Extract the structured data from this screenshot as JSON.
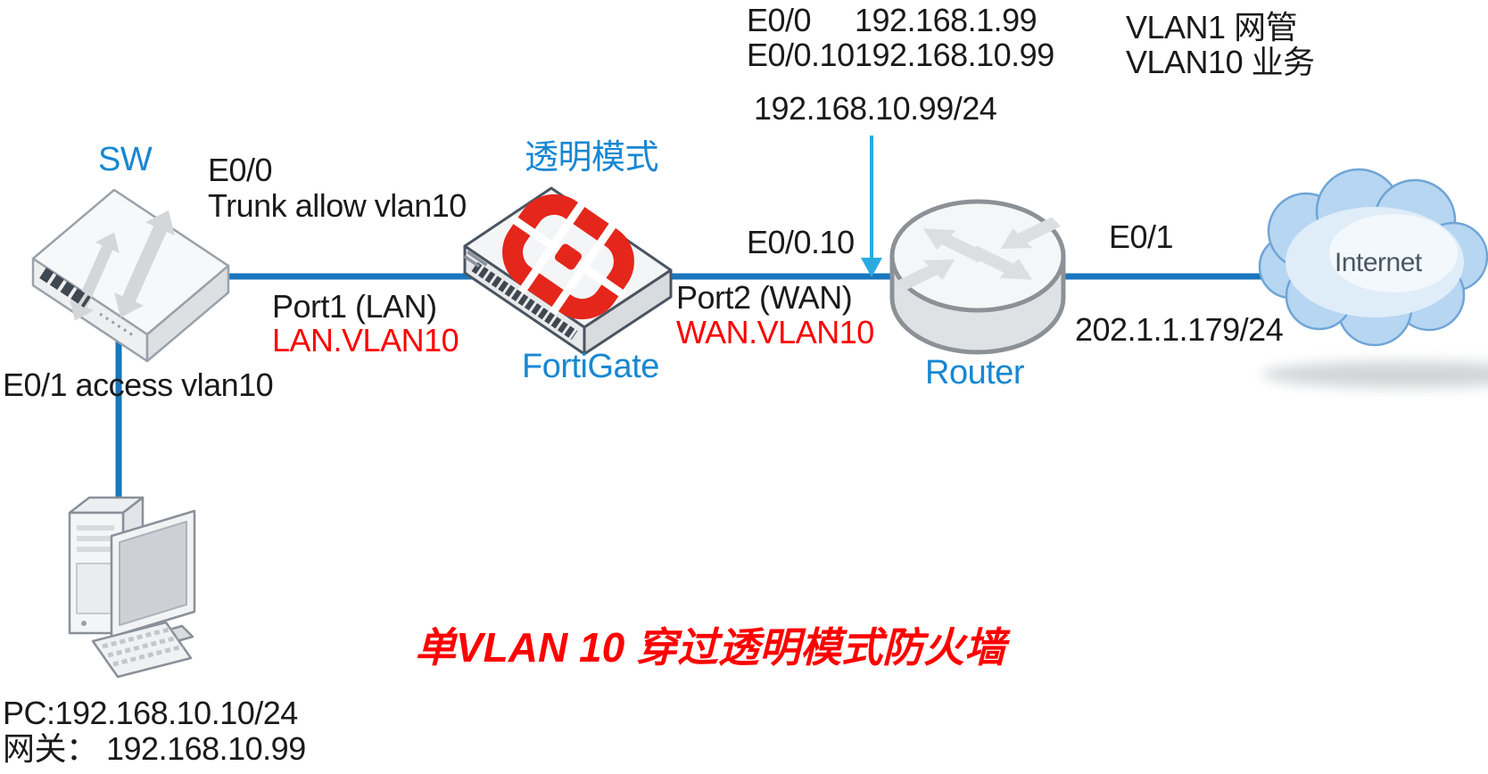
{
  "colors": {
    "line_blue": "#1B75BC",
    "label_blue": "#1787D2",
    "arrow_cyan": "#29ABE2",
    "highlight_red": "#FF0000",
    "fortinet_logo_red": "#E5261B",
    "internet_text_gray": "#4A5763"
  },
  "router_annotation": {
    "rows": [
      {
        "intf": "E0/0",
        "ip": "192.168.1.99",
        "vlan": "VLAN1 网管"
      },
      {
        "intf": "E0/0.10",
        "ip": "192.168.10.99",
        "vlan": "VLAN10 业务"
      }
    ]
  },
  "labels": {
    "sw_name": "SW",
    "sw_trunk_intf": "E0/0",
    "sw_trunk_mode": "Trunk allow vlan10",
    "sw_access": "E0/1 access vlan10",
    "fw_mode": "透明模式",
    "fw_name": "FortiGate",
    "fw_port1": "Port1 (LAN)",
    "fw_port1_vlan": "LAN.VLAN10",
    "fw_port2": "Port2 (WAN)",
    "fw_port2_vlan": "WAN.VLAN10",
    "rt_subif": "E0/0.10",
    "rt_subif_ip": "192.168.10.99/24",
    "rt_name": "Router",
    "rt_wan_intf": "E0/1",
    "rt_wan_ip": "202.1.1.179/24",
    "internet": "Internet",
    "pc_ip": "PC:192.168.10.10/24",
    "pc_gateway": "网关： 192.168.10.99",
    "title": "单VLAN 10 穿过透明模式防火墙"
  }
}
